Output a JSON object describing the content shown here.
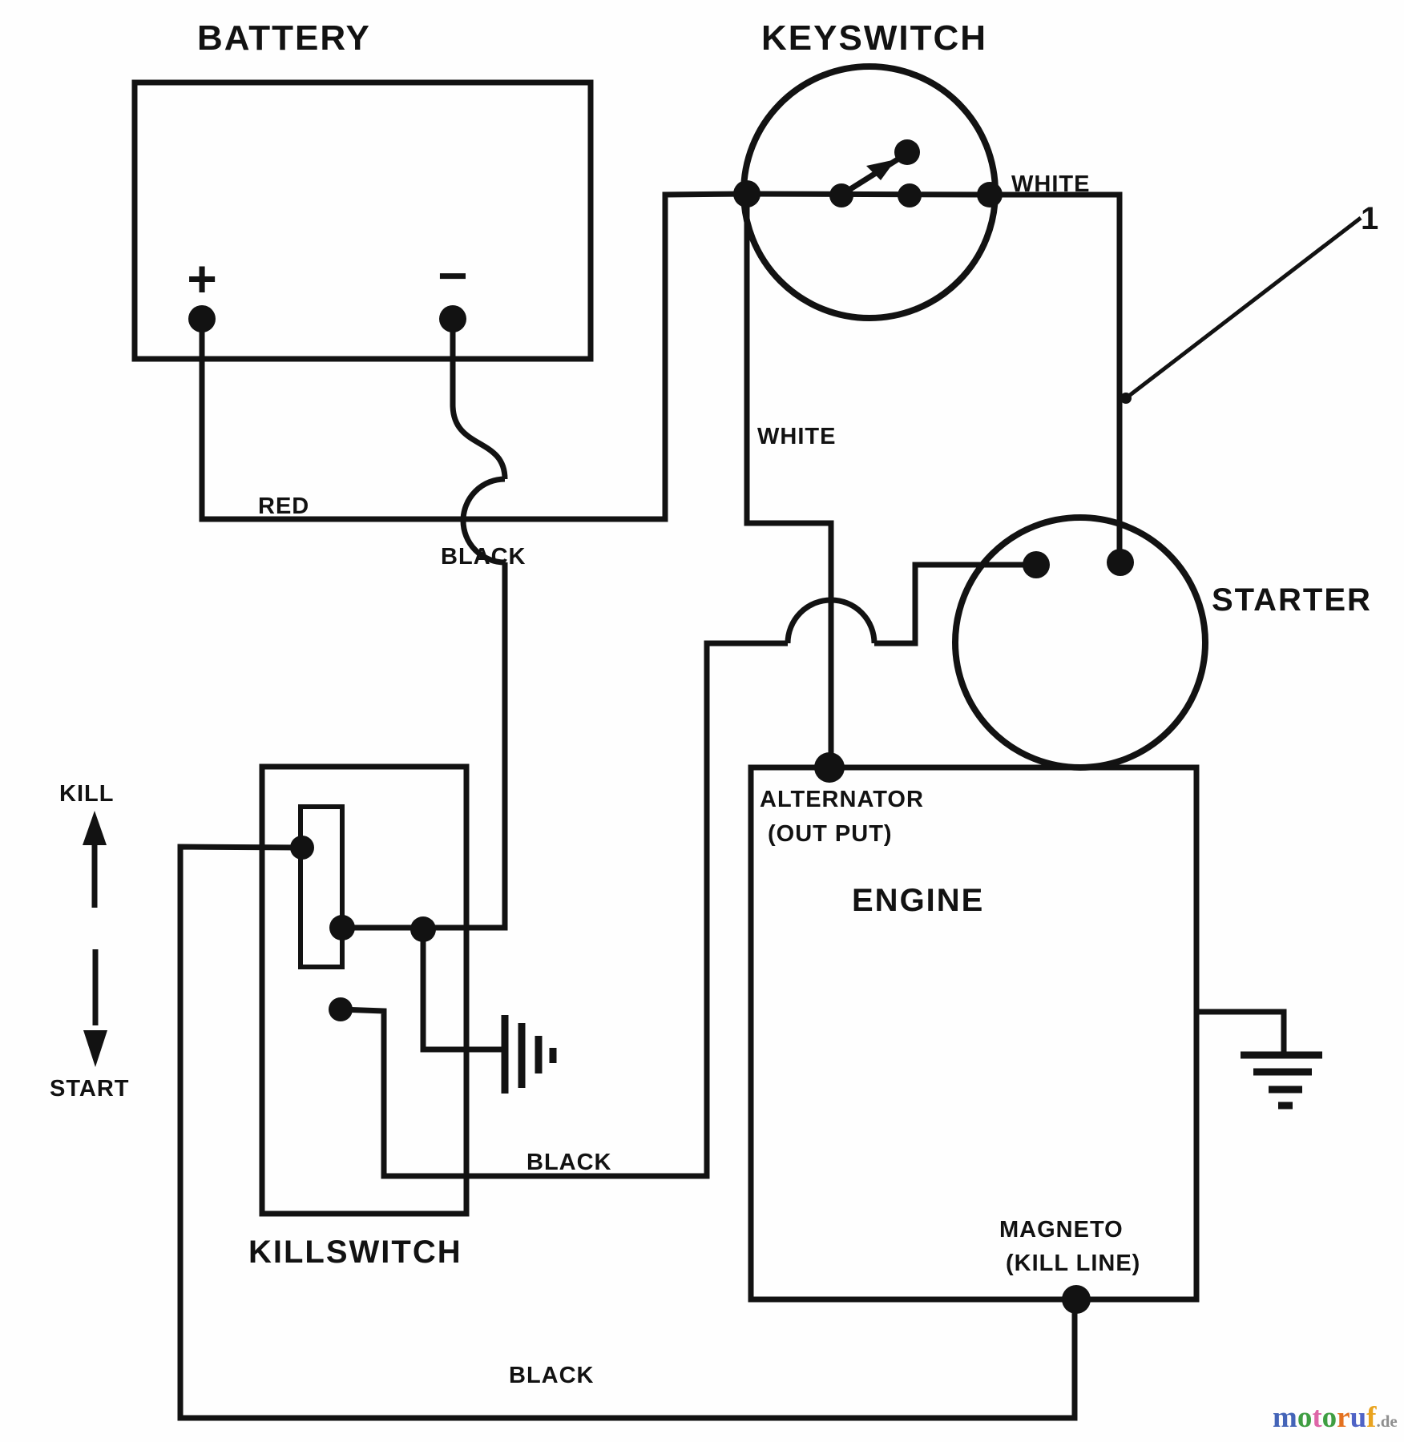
{
  "page": {
    "background": "#fefefe",
    "ink": "#121212"
  },
  "components": {
    "battery": {
      "title": "BATTERY",
      "plus_sign": "+",
      "minus_sign": "−"
    },
    "keyswitch": {
      "title": "KEYSWITCH"
    },
    "starter": {
      "title": "STARTER"
    },
    "engine": {
      "title": "ENGINE",
      "alternator_label": "ALTERNATOR",
      "alternator_sub": "(OUT PUT)",
      "magneto_label": "MAGNETO",
      "magneto_sub": "(KILL LINE)"
    },
    "killswitch": {
      "title": "KILLSWITCH",
      "kill_label": "KILL",
      "start_label": "START"
    }
  },
  "wire_labels": {
    "red": "RED",
    "white_top": "WHITE",
    "white_mid": "WHITE",
    "black_battery": "BLACK",
    "black_mid": "BLACK",
    "black_bottom": "BLACK"
  },
  "callout": {
    "number": "1"
  },
  "logo": {
    "letters": [
      {
        "ch": "m",
        "color": "#4464b8"
      },
      {
        "ch": "o",
        "color": "#3f9e42"
      },
      {
        "ch": "t",
        "color": "#de66a8"
      },
      {
        "ch": "o",
        "color": "#3f9e42"
      },
      {
        "ch": "r",
        "color": "#e4711f"
      },
      {
        "ch": "u",
        "color": "#4f63c6"
      },
      {
        "ch": "f",
        "color": "#e9a31f"
      }
    ],
    "suffix": ".de"
  }
}
